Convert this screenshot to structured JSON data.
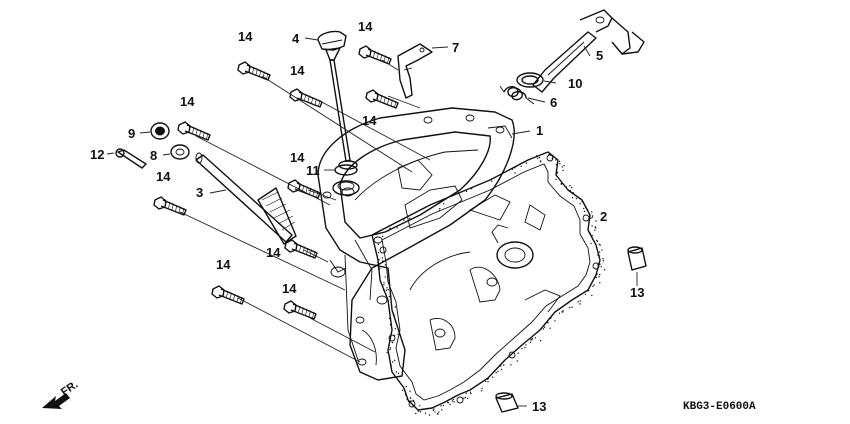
{
  "callouts": {
    "c1": "1",
    "c2": "2",
    "c3": "3",
    "c4": "4",
    "c5": "5",
    "c6": "6",
    "c7": "7",
    "c8": "8",
    "c9": "9",
    "c10": "10",
    "c11": "11",
    "c12": "12",
    "c13a": "13",
    "c13b": "13",
    "c14a": "14",
    "c14b": "14",
    "c14c": "14",
    "c14d": "14",
    "c14e": "14",
    "c14f": "14",
    "c14g": "14",
    "c14h": "14",
    "c14i": "14",
    "c14j": "14"
  },
  "diagram_code": "KBG3-E0600A",
  "direction_label": "FR.",
  "colors": {
    "ink": "#111111",
    "background": "#ffffff"
  }
}
